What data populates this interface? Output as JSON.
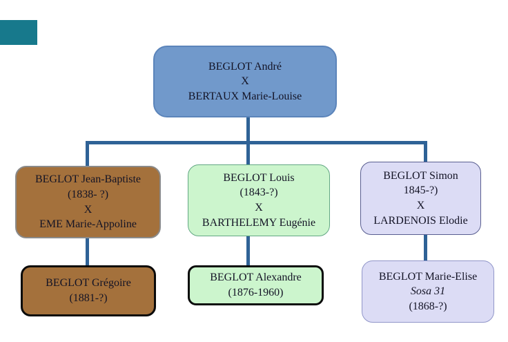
{
  "colors": {
    "connector": "#2f6296",
    "root_fill": "#7199cb",
    "root_border": "#5b84ba",
    "brown_fill": "#a4713c",
    "brown_border_gray": "#8a8a8a",
    "green_fill": "#ccf5cd",
    "green_border": "#62a783",
    "lavender_fill": "#dcdcf5",
    "lavender_border_dark": "#585d8f",
    "lavender_border_light": "#9095c8",
    "highlight_border_black": "#0a0a0a",
    "teal_block": "#17798c",
    "text": "#131325"
  },
  "decor": {
    "teal_corner_block": "teal-corner-block"
  },
  "tree": {
    "root": {
      "lines": [
        "BEGLOT André",
        "X",
        "BERTAUX Marie-Louise"
      ]
    },
    "gen2": [
      {
        "lines": [
          "BEGLOT Jean-Baptiste",
          "(1838- ?)",
          "X",
          "EME Marie-Appoline"
        ]
      },
      {
        "lines": [
          "BEGLOT Louis",
          "(1843-?)",
          "X",
          "BARTHELEMY Eugénie"
        ]
      },
      {
        "lines": [
          "BEGLOT Simon",
          "1845-?)",
          "X",
          "LARDENOIS Elodie"
        ]
      }
    ],
    "gen3": [
      {
        "lines": [
          "BEGLOT Grégoire",
          "(1881-?)"
        ]
      },
      {
        "lines": [
          "BEGLOT Alexandre",
          "(1876-1960)"
        ]
      },
      {
        "lines": [
          "BEGLOT Marie-Elise",
          "Sosa 31",
          "(1868-?)"
        ]
      }
    ]
  }
}
